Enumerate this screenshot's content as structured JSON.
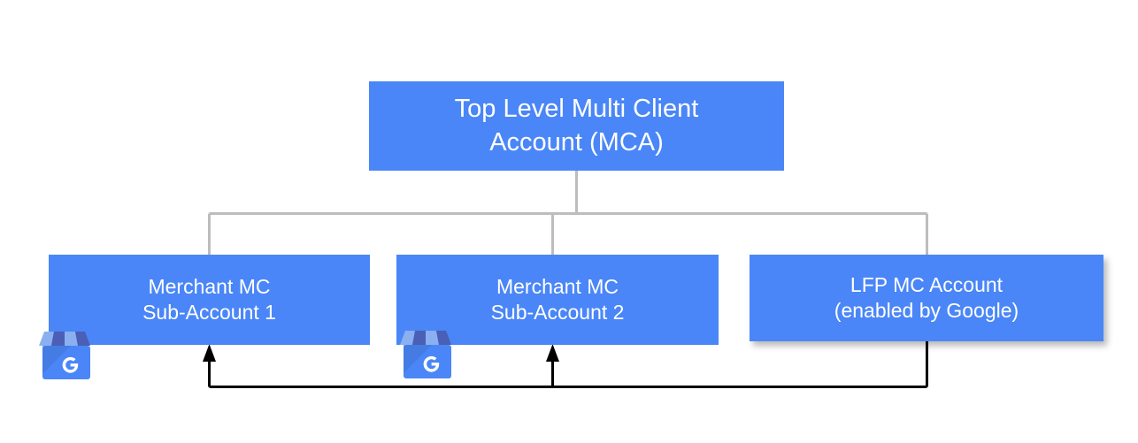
{
  "diagram": {
    "title_hidden": "",
    "colors": {
      "node_fill": "#4a86f7",
      "node_text": "#ffffff",
      "tree_connector": "#bdbdbd",
      "feedback_arrow": "#000000",
      "canvas_background": "#ffffff",
      "gmb_awning_light": "#8ab0f2",
      "gmb_awning_dark": "#4a5fb5",
      "gmb_body": "#4a86f7"
    },
    "nodes": [
      {
        "id": "mca",
        "label": "Top Level Multi Client\nAccount (MCA)",
        "line1": "Top Level Multi Client",
        "line2": "Account (MCA)",
        "role": "root"
      },
      {
        "id": "sub1",
        "label": "Merchant MC\nSub-Account 1",
        "line1": "Merchant MC",
        "line2": "Sub-Account 1",
        "role": "child",
        "icon": "google-my-business-icon"
      },
      {
        "id": "sub2",
        "label": "Merchant MC\nSub-Account 2",
        "line1": "Merchant MC",
        "line2": "Sub-Account 2",
        "role": "child",
        "icon": "google-my-business-icon"
      },
      {
        "id": "lfp",
        "label": "LFP MC Account\n(enabled by Google)",
        "line1": "LFP MC Account",
        "line2": "(enabled by Google)",
        "role": "child"
      }
    ],
    "connectors": [
      {
        "id": "tree-root-to-children",
        "type": "orthogonal-tree",
        "style": "solid",
        "color": "#bdbdbd",
        "from": "mca",
        "to": [
          "sub1",
          "sub2",
          "lfp"
        ],
        "arrowheads": false
      },
      {
        "id": "lfp-to-sub1",
        "type": "orthogonal-arrow",
        "style": "solid",
        "color": "#000000",
        "from": "lfp",
        "to": "sub1",
        "arrowheads": true
      },
      {
        "id": "lfp-to-sub2",
        "type": "orthogonal-arrow",
        "style": "solid",
        "color": "#000000",
        "from": "lfp",
        "to": "sub2",
        "arrowheads": true
      }
    ]
  }
}
